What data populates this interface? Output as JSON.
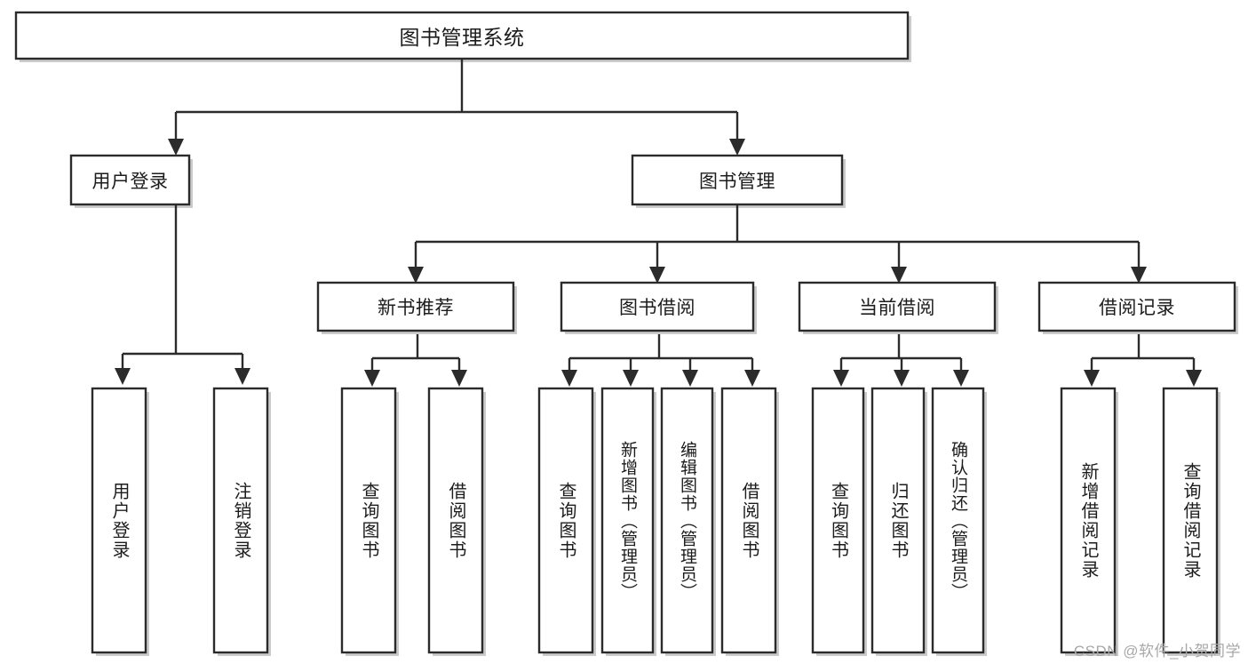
{
  "diagram": {
    "type": "tree-hierarchy",
    "title": "图书管理系统",
    "watermark": "CSDN @软件_小贺同学",
    "colors": {
      "stroke": "#2b2b2b",
      "fill": "#ffffff",
      "shadow": "#b9b9b9",
      "text": "#1c1c1c",
      "watermark": "#a8a8a8"
    },
    "levels": {
      "root": {
        "label": "图书管理系统",
        "orientation": "horizontal"
      },
      "level1": [
        {
          "label": "用户登录",
          "orientation": "horizontal"
        },
        {
          "label": "图书管理",
          "orientation": "horizontal"
        }
      ],
      "level2": [
        {
          "label": "新书推荐",
          "orientation": "horizontal",
          "parent": "图书管理"
        },
        {
          "label": "图书借阅",
          "orientation": "horizontal",
          "parent": "图书管理"
        },
        {
          "label": "当前借阅",
          "orientation": "horizontal",
          "parent": "图书管理"
        },
        {
          "label": "借阅记录",
          "orientation": "horizontal",
          "parent": "图书管理"
        }
      ],
      "leaves": [
        {
          "label": "用户登录",
          "orientation": "vertical",
          "parent": "用户登录"
        },
        {
          "label": "注销登录",
          "orientation": "vertical",
          "parent": "用户登录"
        },
        {
          "label": "查询图书",
          "orientation": "vertical",
          "parent": "新书推荐"
        },
        {
          "label": "借阅图书",
          "orientation": "vertical",
          "parent": "新书推荐"
        },
        {
          "label": "查询图书",
          "orientation": "vertical",
          "parent": "图书借阅"
        },
        {
          "label": "新增图书（管理员）",
          "orientation": "vertical",
          "parent": "图书借阅"
        },
        {
          "label": "编辑图书（管理员）",
          "orientation": "vertical",
          "parent": "图书借阅"
        },
        {
          "label": "借阅图书",
          "orientation": "vertical",
          "parent": "图书借阅"
        },
        {
          "label": "查询图书",
          "orientation": "vertical",
          "parent": "当前借阅"
        },
        {
          "label": "归还图书",
          "orientation": "vertical",
          "parent": "当前借阅"
        },
        {
          "label": "确认归还（管理员）",
          "orientation": "vertical",
          "parent": "当前借阅"
        },
        {
          "label": "新增借阅记录",
          "orientation": "vertical",
          "parent": "借阅记录"
        },
        {
          "label": "查询借阅记录",
          "orientation": "vertical",
          "parent": "借阅记录"
        }
      ]
    }
  }
}
